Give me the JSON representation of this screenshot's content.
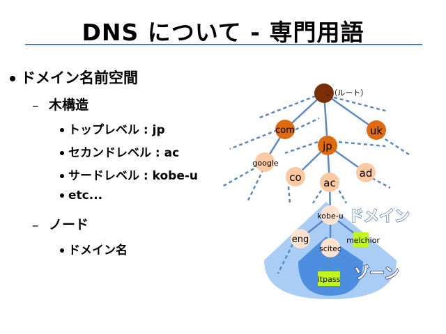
{
  "title": "DNS について - 専門用語",
  "outline": {
    "level1": "ドメイン名前空間",
    "sub1": {
      "label": "木構造",
      "items": [
        "トップレベル : jp",
        "セカンドレベル : ac",
        "サードレベル : kobe-u",
        "etc..."
      ]
    },
    "sub2": {
      "label": "ノード",
      "items": [
        "ドメイン名"
      ]
    },
    "dash": "–"
  },
  "diagram": {
    "root_label": "．（ルート）",
    "nodes": {
      "com": "com",
      "uk": "uk",
      "jp": "jp",
      "google": "google",
      "co": "co",
      "ac": "ac",
      "ad": "ad",
      "kobe_u": "kobe-u",
      "eng": "eng",
      "melchior": "melchior",
      "scitec": "scitec",
      "itpass": "itpass"
    },
    "domain_label": "ドメイン",
    "zone_label": "ゾーン",
    "colors": {
      "root": "#7a2e05",
      "dark_orange": "#e06a10",
      "light_orange": "#fbc9a2",
      "very_light": "#fde3d0",
      "edge": "#5a88c4",
      "domain_fill": "#aacdf5",
      "zone_fill": "#4e8ee0",
      "highlight": "#c4f518",
      "label_outline": "#5a7fb8"
    }
  }
}
